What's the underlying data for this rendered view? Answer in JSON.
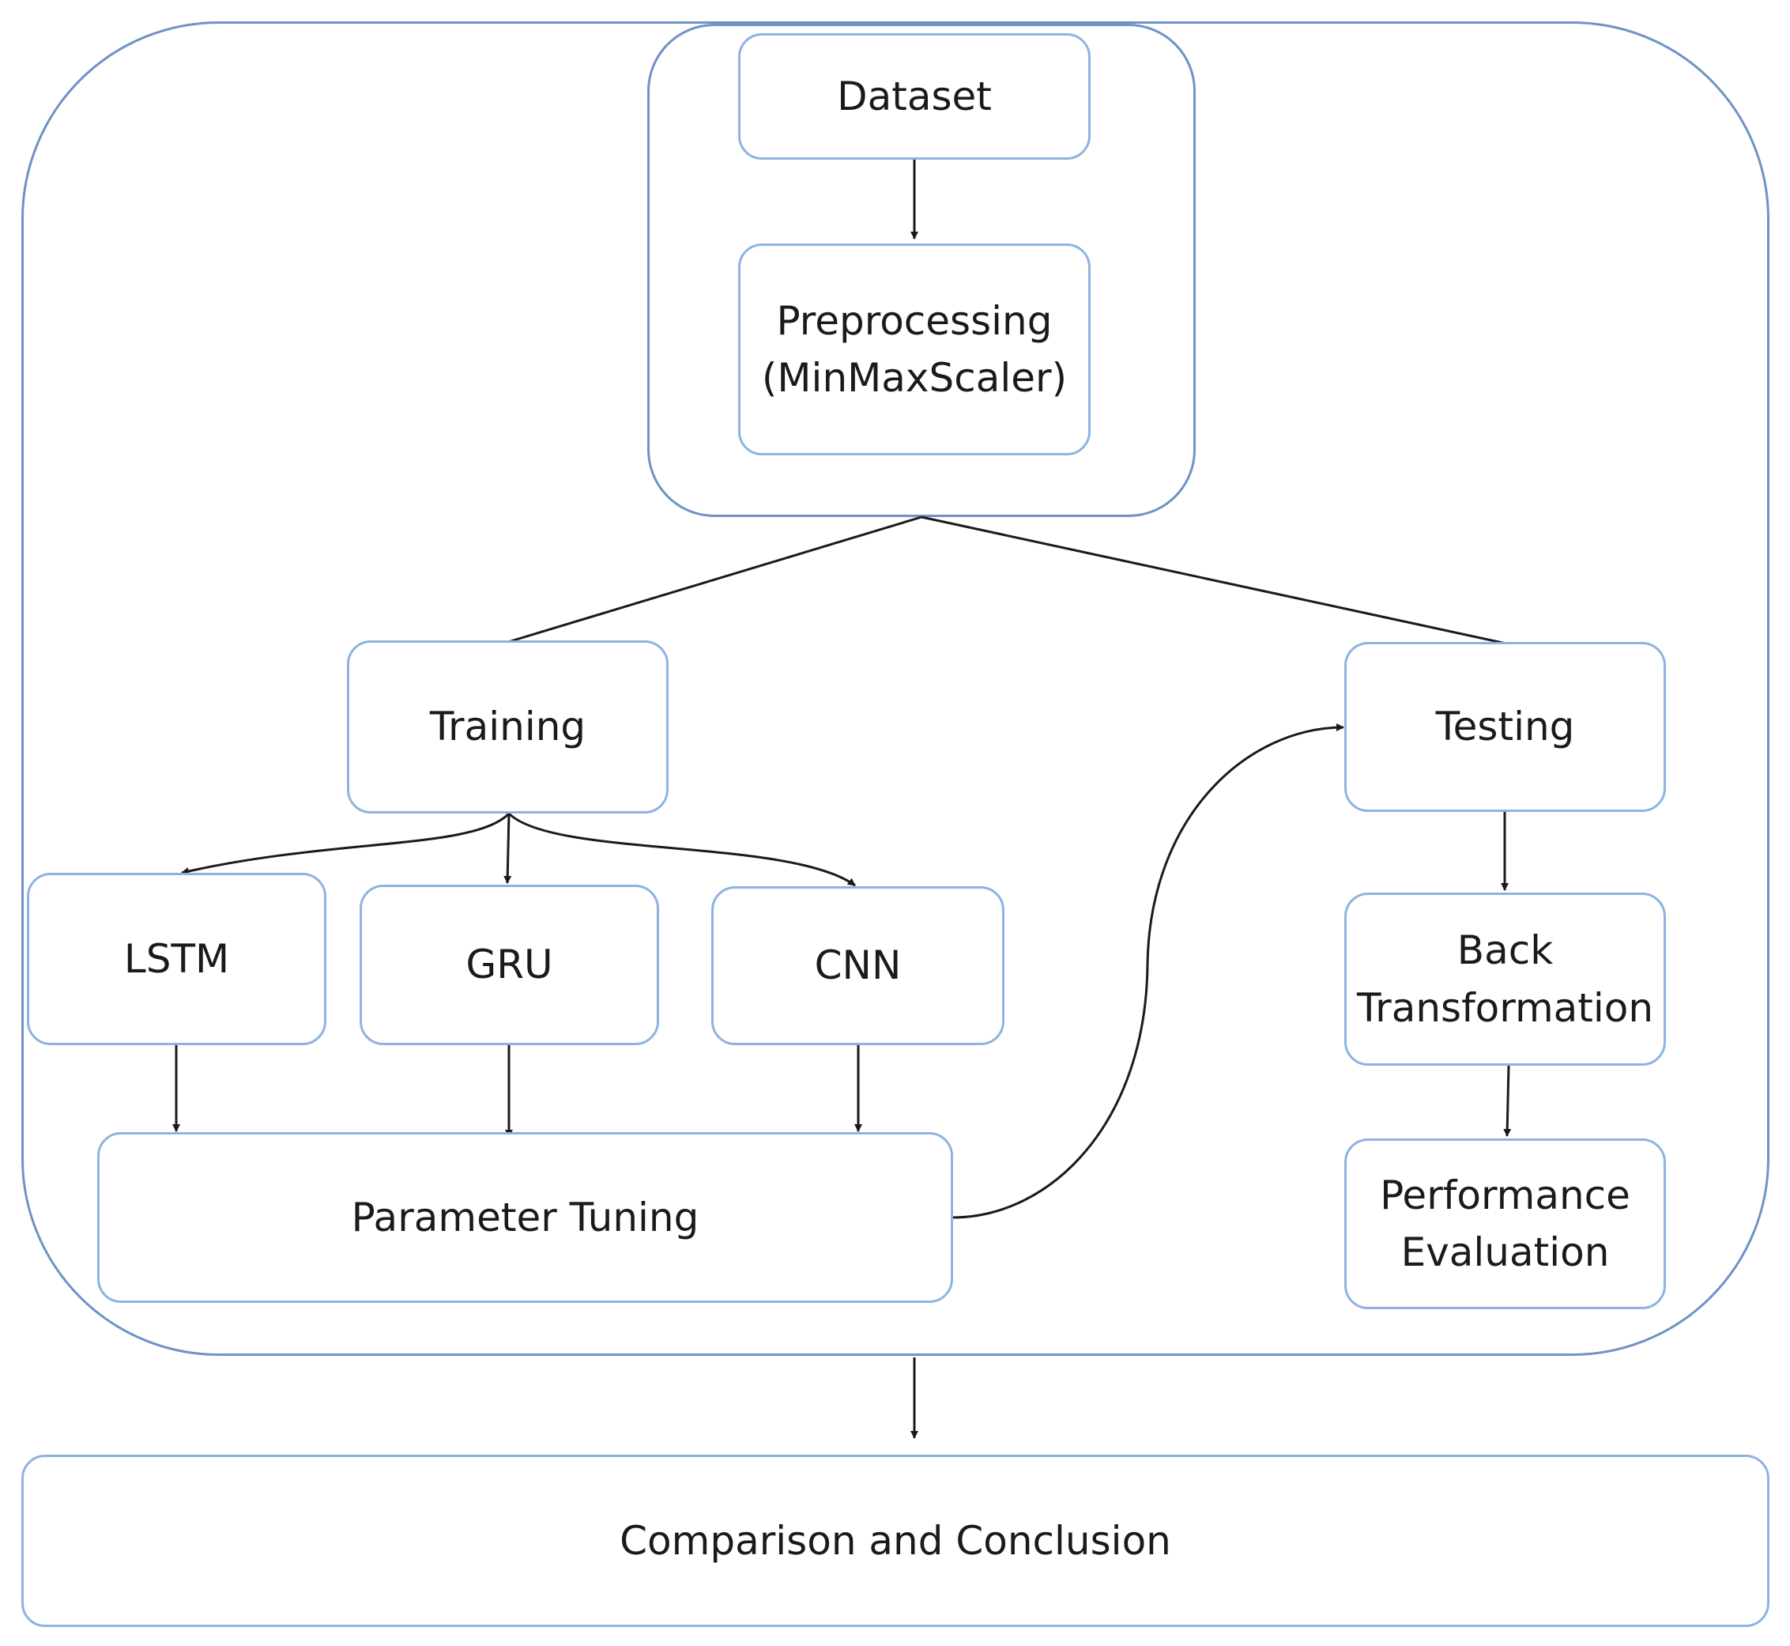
{
  "nodes": {
    "dataset": {
      "label": "Dataset"
    },
    "preprocessing": {
      "line1": "Preprocessing",
      "line2": "(MinMaxScaler)"
    },
    "training": {
      "label": "Training"
    },
    "testing": {
      "label": "Testing"
    },
    "lstm": {
      "label": "LSTM"
    },
    "gru": {
      "label": "GRU"
    },
    "cnn": {
      "label": "CNN"
    },
    "parameter_tuning": {
      "label": "Parameter Tuning"
    },
    "back_transformation": {
      "line1": "Back",
      "line2": "Transformation"
    },
    "performance_evaluation": {
      "line1": "Performance",
      "line2": "Evaluation"
    },
    "comparison_conclusion": {
      "label": "Comparison and Conclusion"
    }
  },
  "edges": [
    {
      "from": "dataset",
      "to": "preprocessing",
      "arrow": true
    },
    {
      "from": "preprocessing",
      "to": "training",
      "arrow": false
    },
    {
      "from": "preprocessing",
      "to": "testing",
      "arrow": false
    },
    {
      "from": "training",
      "to": "lstm",
      "arrow": true
    },
    {
      "from": "training",
      "to": "gru",
      "arrow": true
    },
    {
      "from": "training",
      "to": "cnn",
      "arrow": true
    },
    {
      "from": "lstm",
      "to": "parameter_tuning",
      "arrow": true
    },
    {
      "from": "gru",
      "to": "parameter_tuning",
      "arrow": true
    },
    {
      "from": "cnn",
      "to": "parameter_tuning",
      "arrow": true
    },
    {
      "from": "parameter_tuning",
      "to": "testing",
      "arrow": true
    },
    {
      "from": "testing",
      "to": "back_transformation",
      "arrow": true
    },
    {
      "from": "back_transformation",
      "to": "performance_evaluation",
      "arrow": true
    },
    {
      "from": "main_process",
      "to": "comparison_conclusion",
      "arrow": true
    }
  ],
  "colors": {
    "box_border": "#8db3e2",
    "container_border": "#6f93c6",
    "connector": "#1a1a1a",
    "text": "#1a1a1a"
  }
}
